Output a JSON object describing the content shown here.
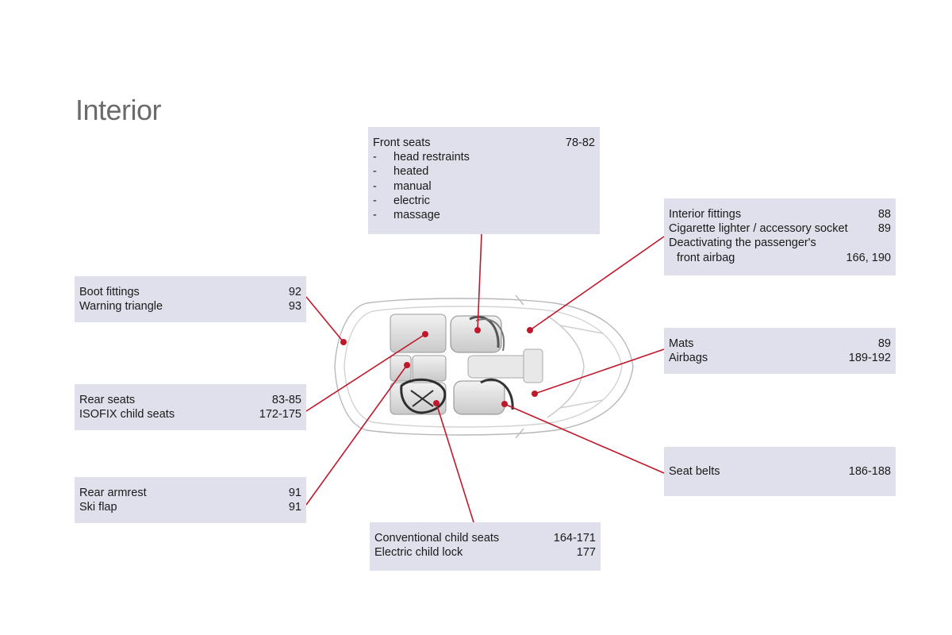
{
  "page": {
    "title": "Interior"
  },
  "boxes": {
    "front_seats": {
      "heading": "Front seats",
      "pages": "78-82",
      "items": [
        "head restraints",
        "heated",
        "manual",
        "electric",
        "massage"
      ],
      "dash": "-"
    },
    "interior_fittings": {
      "rows": [
        {
          "label": "Interior fittings",
          "pages": "88"
        },
        {
          "label": "Cigarette lighter / accessory socket",
          "pages": "89"
        },
        {
          "label": "Deactivating the passenger's",
          "pages": ""
        },
        {
          "label": "front airbag",
          "pages": "166, 190"
        }
      ]
    },
    "boot_fittings": {
      "rows": [
        {
          "label": "Boot fittings",
          "pages": "92"
        },
        {
          "label": "Warning triangle",
          "pages": "93"
        }
      ]
    },
    "mats": {
      "rows": [
        {
          "label": "Mats",
          "pages": "89"
        },
        {
          "label": "Airbags",
          "pages": "189-192"
        }
      ]
    },
    "rear_seats": {
      "rows": [
        {
          "label": "Rear seats",
          "pages": "83-85"
        },
        {
          "label": "ISOFIX child seats",
          "pages": "172-175"
        }
      ]
    },
    "seat_belts": {
      "rows": [
        {
          "label": "Seat belts",
          "pages": "186-188"
        }
      ]
    },
    "rear_armrest": {
      "rows": [
        {
          "label": "Rear armrest",
          "pages": "91"
        },
        {
          "label": "Ski flap",
          "pages": "91"
        }
      ]
    },
    "child_seats": {
      "rows": [
        {
          "label": "Conventional child seats",
          "pages": "164-171"
        },
        {
          "label": "Electric child lock",
          "pages": "177"
        }
      ]
    }
  },
  "colors": {
    "box_bg": "#dfe0ec",
    "leader": "#c0182a",
    "title": "#6b6b6b"
  }
}
